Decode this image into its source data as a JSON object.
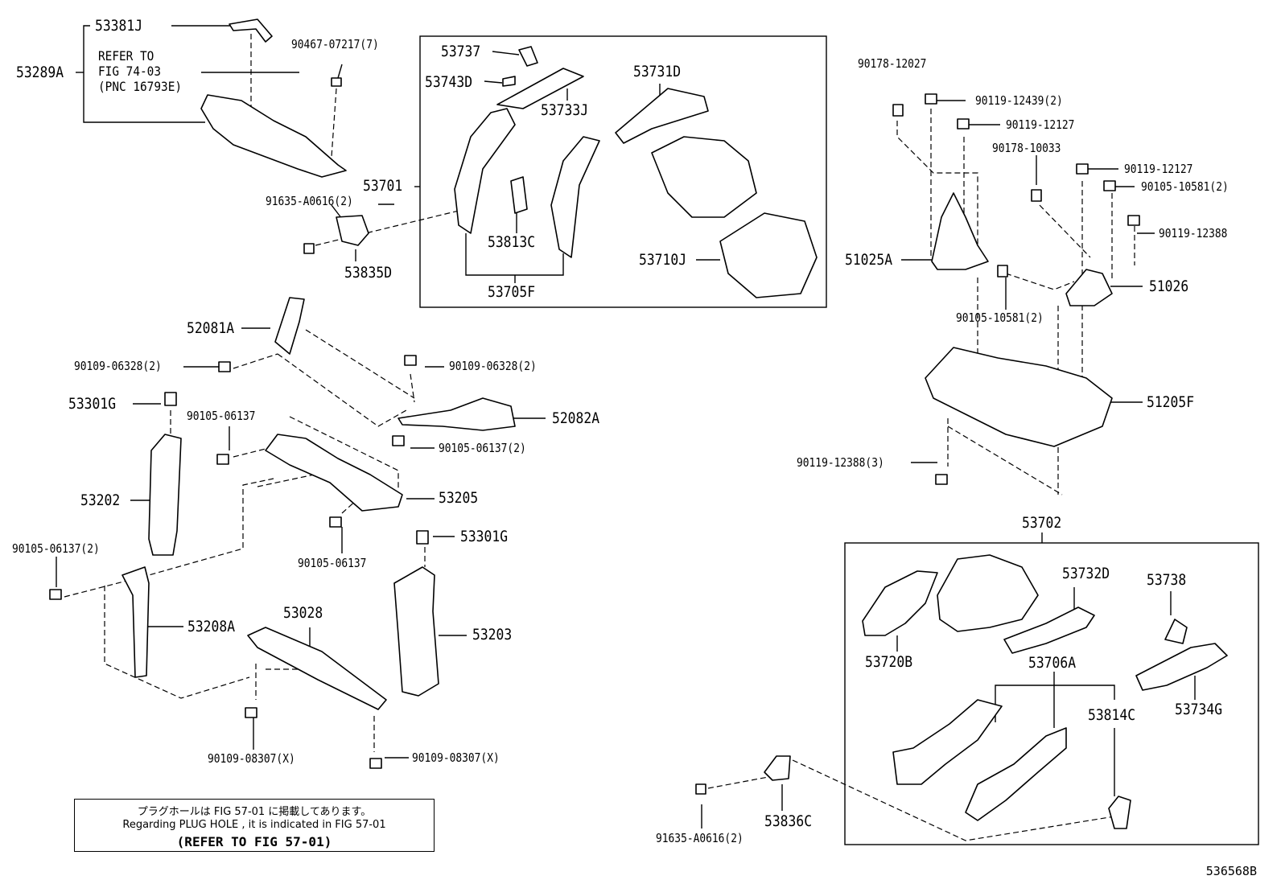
{
  "diagram": {
    "labels": {
      "p53381J": "53381J",
      "p53289A": "53289A",
      "p90467": "90467-07217(7)",
      "p91635a": "91635-A0616(2)",
      "p53835D": "53835D",
      "p53737": "53737",
      "p53743D": "53743D",
      "p53733J": "53733J",
      "p53731D": "53731D",
      "p53701": "53701",
      "p53813C": "53813C",
      "p53705F": "53705F",
      "p53710J": "53710J",
      "p52081A": "52081A",
      "p90109a": "90109-06328(2)",
      "p90109b": "90109-06328(2)",
      "p53301Ga": "53301G",
      "p90105a": "90105-06137",
      "p52082A": "52082A",
      "p90105b": "90105-06137(2)",
      "p53202": "53202",
      "p53205": "53205",
      "p90105c": "90105-06137(2)",
      "p90105d": "90105-06137",
      "p53301Gb": "53301G",
      "p53208A": "53208A",
      "p53028": "53028",
      "p53203": "53203",
      "p90109c": "90109-08307(X)",
      "p90109d": "90109-08307(X)",
      "p90178a": "90178-12027",
      "p90119a": "90119-12439(2)",
      "p90119b": "90119-12127",
      "p90178b": "90178-10033",
      "p90119c": "90119-12127",
      "p90105e": "90105-10581(2)",
      "p90119d": "90119-12388",
      "p51025A": "51025A",
      "p51026": "51026",
      "p90105f": "90105-10581(2)",
      "p51205F": "51205F",
      "p90119e": "90119-12388(3)",
      "p53702": "53702",
      "p53732D": "53732D",
      "p53738": "53738",
      "p53720B": "53720B",
      "p53706A": "53706A",
      "p53734G": "53734G",
      "p53814C": "53814C",
      "p91635b": "91635-A0616(2)",
      "p53836C": "53836C"
    },
    "refer": {
      "line1": "REFER TO",
      "line2": "FIG 74-03",
      "line3": "(PNC 16793E)"
    },
    "note": {
      "line1": "プラグホールは FIG 57-01 に掲載してあります。",
      "line2": "Regarding  PLUG  HOLE , it is indicated in  FIG  57-01",
      "line3": "(REFER TO FIG 57-01)"
    },
    "illustration_code": "536568B"
  }
}
